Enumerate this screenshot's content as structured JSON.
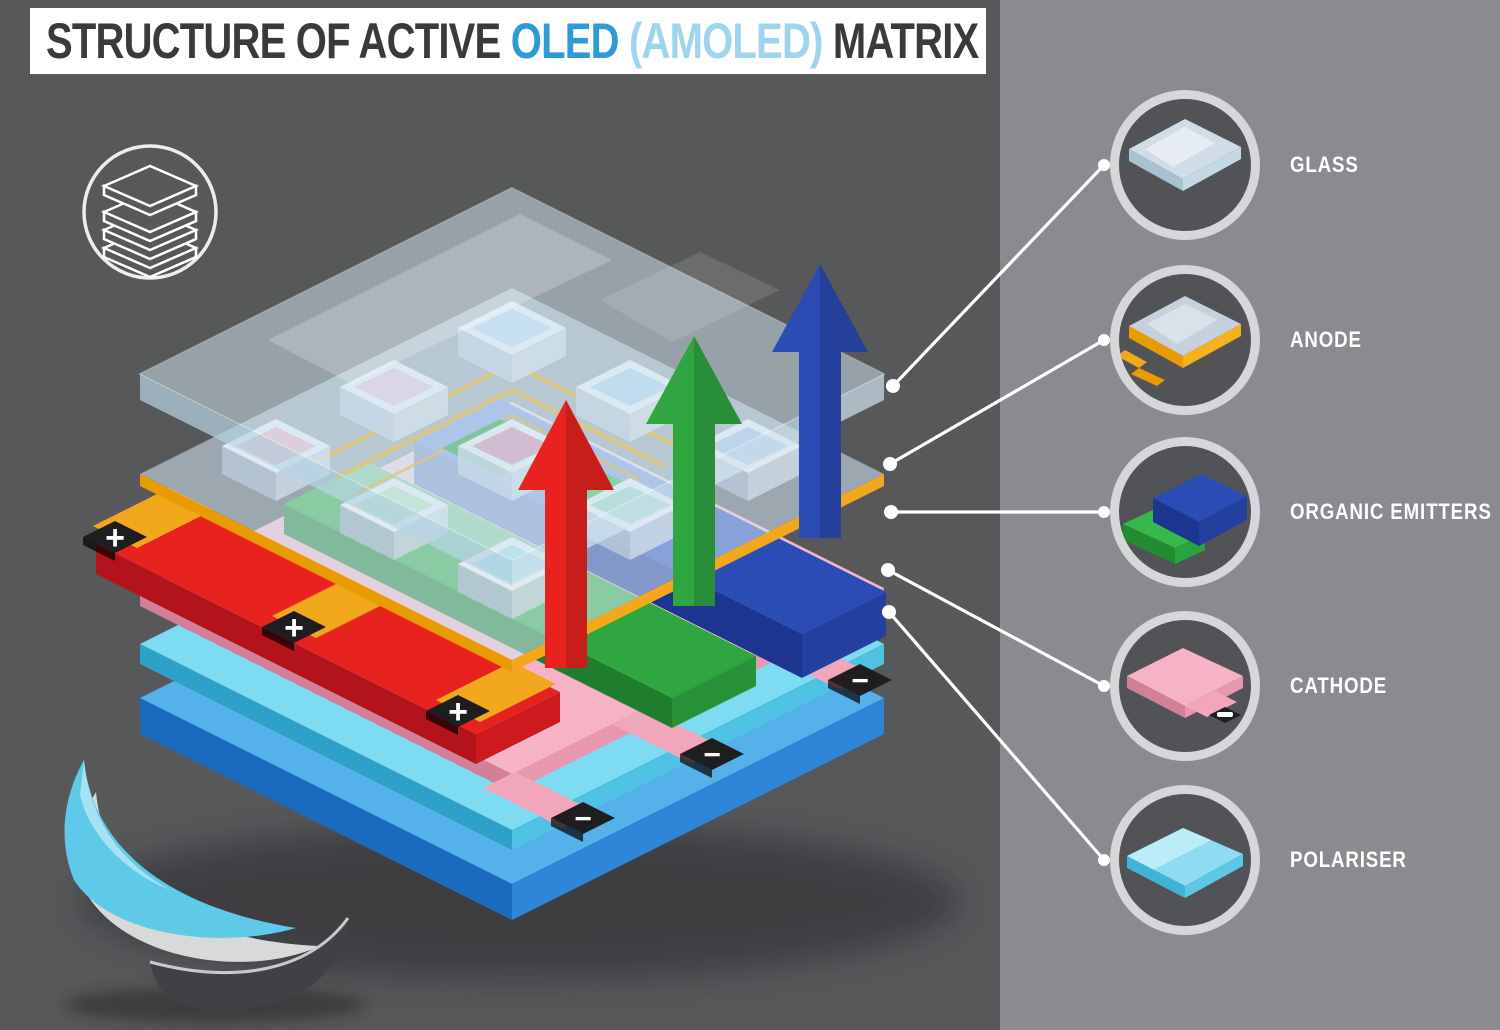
{
  "title": {
    "part1": "STRUCTURE OF ACTIVE ",
    "part2": "OLED",
    "part3": " (AMOLED)",
    "part4": " MATRIX"
  },
  "legend": {
    "items": [
      {
        "id": "glass",
        "label": "GLASS"
      },
      {
        "id": "anode",
        "label": "ANODE"
      },
      {
        "id": "organic-emitters",
        "label": "ORGANIC EMITTERS"
      },
      {
        "id": "cathode",
        "label": "CATHODE"
      },
      {
        "id": "polariser",
        "label": "POLARISER"
      }
    ]
  },
  "diagram": {
    "plus_label": "+",
    "minus_label": "−"
  },
  "colors": {
    "background": "#57585a",
    "panel": "#8a8b8e",
    "title_bg": "#ffffff",
    "title_text": "#3a3a3c",
    "title_oled": "#2e9ad8",
    "title_amoled": "#9ed4ec",
    "glass": "#d5eaf5",
    "anode_gold": "#f2a81c",
    "emitter_red": "#e8231f",
    "emitter_green": "#2fa640",
    "emitter_blue": "#2b4bb5",
    "cathode_pink": "#f6b3c6",
    "polariser_cyan": "#7edcf2",
    "substrate_blue": "#54b1ea",
    "terminal_black": "#1e1e20",
    "connector_white": "#ffffff"
  }
}
